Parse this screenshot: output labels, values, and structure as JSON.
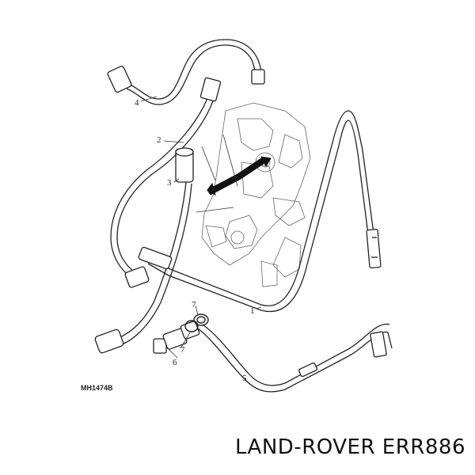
{
  "callouts": {
    "c1": "1",
    "c2": "2",
    "c3": "3",
    "c4": "4",
    "c5": "5",
    "c6": "6",
    "c7a": "7",
    "c7b": "7"
  },
  "diagram_code": "MH1474B",
  "part_caption": "LAND-ROVER ERR886"
}
